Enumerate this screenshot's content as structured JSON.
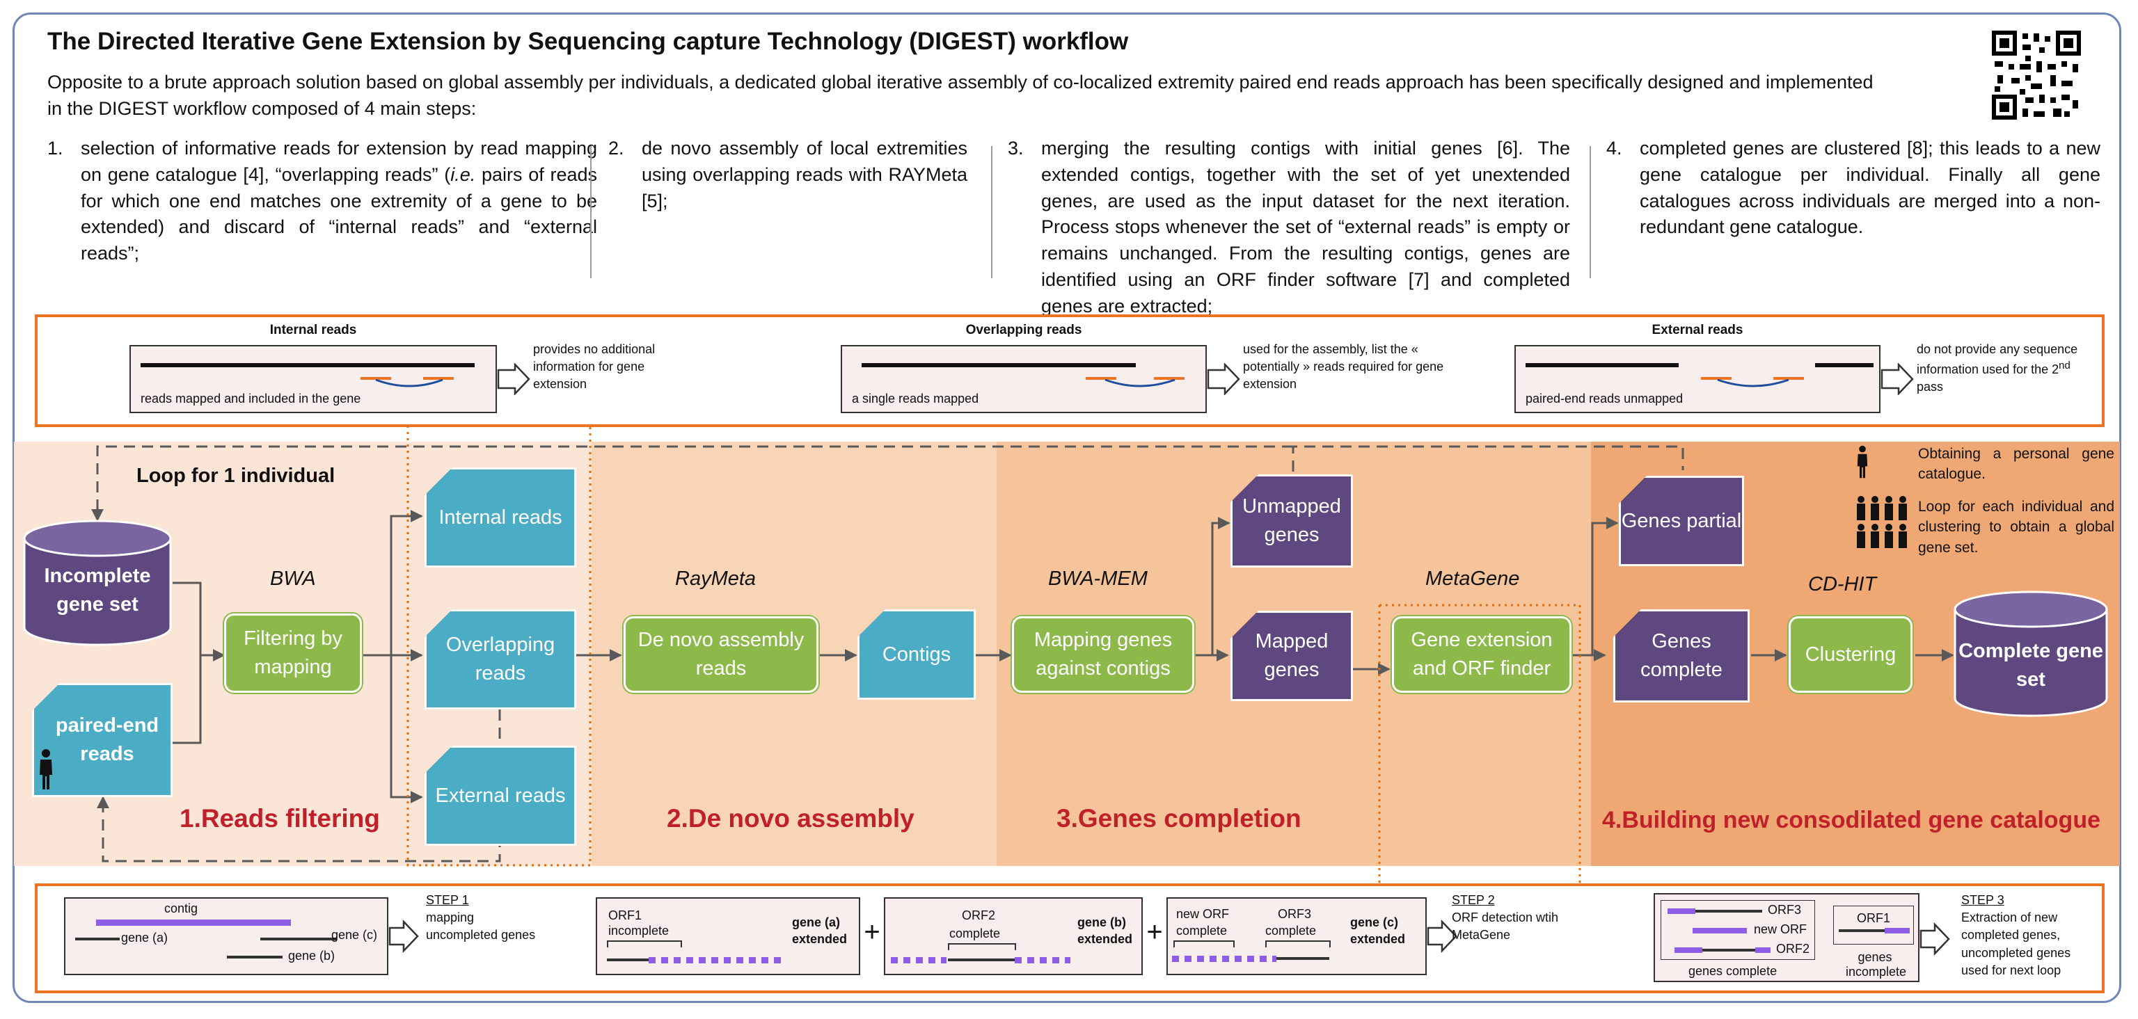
{
  "header": {
    "title": "The Directed Iterative Gene Extension by Sequencing capture Technology (DIGEST) workflow",
    "intro": "Opposite to a brute approach solution based on global assembly per individuals, a dedicated global iterative assembly of co-localized extremity paired end reads approach has been specifically designed and implemented in the DIGEST workflow composed of 4 main steps:"
  },
  "steps": [
    {
      "num": "1.",
      "text_before": "selection of informative reads for extension by read mapping on gene catalogue [4], “overlapping reads” (",
      "ie": "i.e.",
      "text_after": " pairs of reads for which one end matches one extremity of a gene to be extended) and discard of “internal reads” and “external reads”;"
    },
    {
      "num": "2.",
      "text": "de novo assembly of local extremities using overlapping reads with RAYMeta [5];"
    },
    {
      "num": "3.",
      "text": "merging the resulting contigs with initial genes [6]. The extended contigs, together with the set of yet unextended genes, are used as the input dataset for the next iteration. Process stops whenever the set of “external reads” is empty or remains unchanged. From the resulting contigs, genes are identified using an ORF finder software [7] and completed genes are extracted;"
    },
    {
      "num": "4.",
      "text": "completed genes are clustered [8]; this leads to a new gene catalogue per individual. Finally all gene catalogues across individuals are merged into a non-redundant gene catalogue."
    }
  ],
  "read_types": [
    {
      "title": "Internal reads",
      "caption": "reads mapped and included in the gene",
      "note": "provides no additional information for gene extension"
    },
    {
      "title": "Overlapping reads",
      "caption": "a single reads mapped",
      "note": "used for the assembly, list the « potentially » reads required for gene extension"
    },
    {
      "title": "External reads",
      "caption": "paired-end reads unmapped",
      "note_before": "do not provide any sequence information used for the 2",
      "note_sup": "nd",
      "note_after": " pass"
    }
  ],
  "workflow": {
    "loop_label": "Loop for 1 individual",
    "incomplete_gene_set": "Incomplete gene set",
    "paired_end_reads": "paired-end reads",
    "bwa": "BWA",
    "filtering": "Filtering by mapping",
    "internal_reads": "Internal reads",
    "overlapping_reads": "Overlapping reads",
    "external_reads": "External reads",
    "raymeta": "RayMeta",
    "de_novo": "De novo assembly reads",
    "contigs": "Contigs",
    "bwa_mem": "BWA-MEM",
    "mapping_genes": "Mapping genes against contigs",
    "unmapped_genes": "Unmapped genes",
    "mapped_genes": "Mapped genes",
    "metagene": "MetaGene",
    "gene_extension": "Gene extension and ORF finder",
    "genes_partial": "Genes partial",
    "genes_complete": "Genes complete",
    "cdhit": "CD-HIT",
    "clustering": "Clustering",
    "complete_gene_set": "Complete gene set",
    "legend_personal": "Obtaining a personal gene catalogue.",
    "legend_loop": "Loop for each individual and clustering to obtain a global gene set.",
    "stage_labels": [
      "1.Reads filtering",
      "2.De novo assembly",
      "3.Genes completion",
      "4.Building new consodilated gene catalogue"
    ]
  },
  "bottom": {
    "step1": {
      "contig": "contig",
      "gene_a": "gene (a)",
      "gene_b": "gene (b)",
      "gene_c": "gene (c)",
      "step": "STEP 1",
      "desc": "mapping uncompleted genes"
    },
    "box_a": {
      "orf": "ORF1",
      "status": "incomplete",
      "gene": "gene (a)",
      "ext": "extended"
    },
    "box_b": {
      "orf": "ORF2",
      "status": "complete",
      "gene": "gene (b)",
      "ext": "extended"
    },
    "box_c": {
      "new_orf": "new ORF",
      "new_status": "complete",
      "orf3": "ORF3",
      "orf3_status": "complete",
      "gene": "gene (c)",
      "ext": "extended"
    },
    "plus": "+",
    "step2": {
      "step": "STEP 2",
      "desc": "ORF detection wtih MetaGene"
    },
    "step3_box": {
      "orf3": "ORF3",
      "new_orf": "new ORF",
      "orf2": "ORF2",
      "orf1": "ORF1",
      "genes_complete": "genes complete",
      "genes_incomplete": "genes incomplete"
    },
    "step3": {
      "step": "STEP 3",
      "desc": "Extraction of new completed genes, uncompleted genes used for next loop"
    }
  },
  "colors": {
    "teal": "#4bacc6",
    "purple": "#5f4880",
    "green": "#8db94b",
    "orange": "#ee7423",
    "stage_red": "#c0202a",
    "frame_blue": "#6f86b8"
  },
  "icons": [
    "qr-code-icon",
    "person-icon",
    "group-icon",
    "arrow-icon"
  ]
}
